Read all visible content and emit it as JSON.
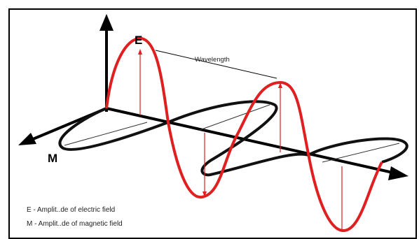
{
  "labels": {
    "e_label": "E",
    "m_label": "M",
    "wavelength": "Wavelength"
  },
  "legend": {
    "line1": "E - Amplit..de of electric field",
    "line2": "M - Amplit..de of magnetic field"
  },
  "colors": {
    "electric": "#e02020",
    "magnetic": "#111111",
    "frame": "#000000"
  }
}
